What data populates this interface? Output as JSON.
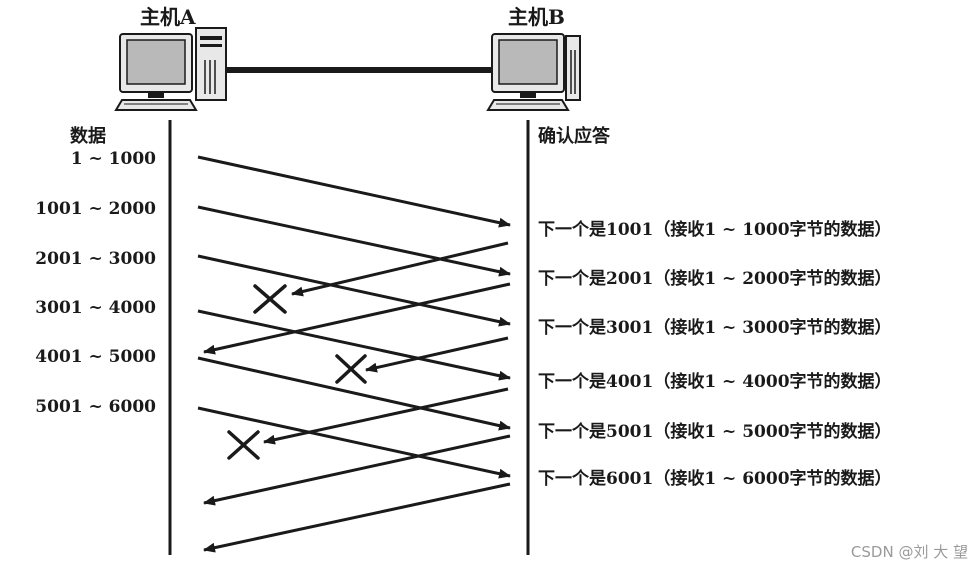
{
  "hosts": {
    "a": {
      "label": "主机A"
    },
    "b": {
      "label": "主机B"
    }
  },
  "columns": {
    "left_header": "数据",
    "right_header": "确认应答"
  },
  "segments": [
    {
      "label": "1 ~ 1000",
      "lost": false
    },
    {
      "label": "1001 ~ 2000",
      "lost": false
    },
    {
      "label": "2001 ~ 3000",
      "lost": false
    },
    {
      "label": "3001 ~ 4000",
      "lost": false
    },
    {
      "label": "4001 ~ 5000",
      "lost": false
    },
    {
      "label": "5001 ~ 6000",
      "lost": false
    }
  ],
  "acks": [
    {
      "label": "下一个是1001（接收1 ~ 1000字节的数据）",
      "lost": false
    },
    {
      "label": "下一个是2001（接收1 ~ 2000字节的数据）",
      "lost": true
    },
    {
      "label": "下一个是3001（接收1 ~ 3000字节的数据）",
      "lost": false
    },
    {
      "label": "下一个是4001（接收1 ~ 4000字节的数据）",
      "lost": true
    },
    {
      "label": "下一个是5001（接收1 ~ 5000字节的数据）",
      "lost": true
    },
    {
      "label": "下一个是6001（接收1 ~ 6000字节的数据）",
      "lost": false
    }
  ],
  "watermark": "CSDN @刘 大 望",
  "colors": {
    "ink": "#1a1a1a",
    "lost_mark": "#1a1a1a",
    "computer_screen": "#b9b9b9",
    "computer_body": "#e8e8e8"
  },
  "icons": {
    "host_a": "desktop-computer-icon",
    "host_b": "desktop-computer-icon",
    "lost": "x-mark-icon"
  }
}
